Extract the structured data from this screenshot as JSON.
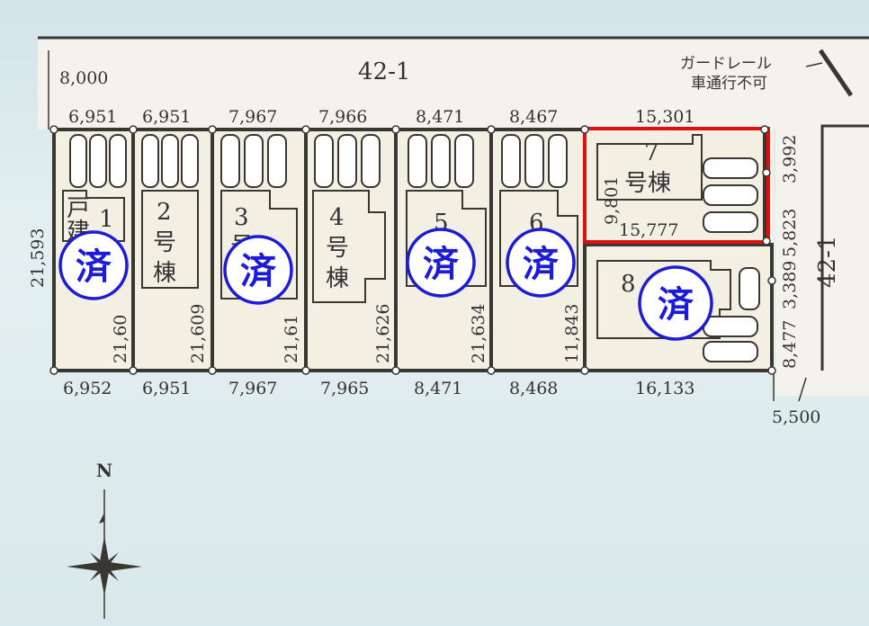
{
  "road_top": {
    "label": "42-1",
    "width": "8,000"
  },
  "road_right": {
    "label": "42-1"
  },
  "guardrail_note": {
    "line1": "ガードレール",
    "line2": "車通行不可"
  },
  "top_dims": [
    "6,951",
    "6,951",
    "7,967",
    "7,966",
    "8,471",
    "8,467",
    "15,301"
  ],
  "bottom_dims": [
    "6,952",
    "6,951",
    "7,967",
    "7,965",
    "8,471",
    "8,468",
    "16,133"
  ],
  "left_depth": "21,593",
  "inner_depths": [
    "21,60",
    "21,609",
    "21,61",
    "21,626",
    "21,634",
    "11,843"
  ],
  "right_dims": [
    "3,992",
    "5,823",
    "3,389",
    "8,477"
  ],
  "lot7_dims": {
    "depth": "9,801",
    "width": "15,777"
  },
  "corner_dim": "5,500",
  "lots": [
    {
      "id": "1",
      "label_a": "戸",
      "label_b": "建",
      "number": "1"
    },
    {
      "id": "2",
      "number": "2",
      "line2": "号",
      "line3": "棟"
    },
    {
      "id": "3",
      "number": "3",
      "line2": "号"
    },
    {
      "id": "4",
      "number": "4",
      "line2": "号",
      "line3": "棟"
    },
    {
      "id": "5",
      "number": "5"
    },
    {
      "id": "6",
      "number": "6"
    },
    {
      "id": "7",
      "number": "7",
      "line2": "号棟"
    },
    {
      "id": "8",
      "number": "8"
    }
  ],
  "sold_stamp": "済",
  "compass": {
    "north": "N"
  },
  "colors": {
    "sold": "#1b1bd8",
    "highlight": "#e01010",
    "line": "#3a3632",
    "lot": "#f3efe3"
  }
}
